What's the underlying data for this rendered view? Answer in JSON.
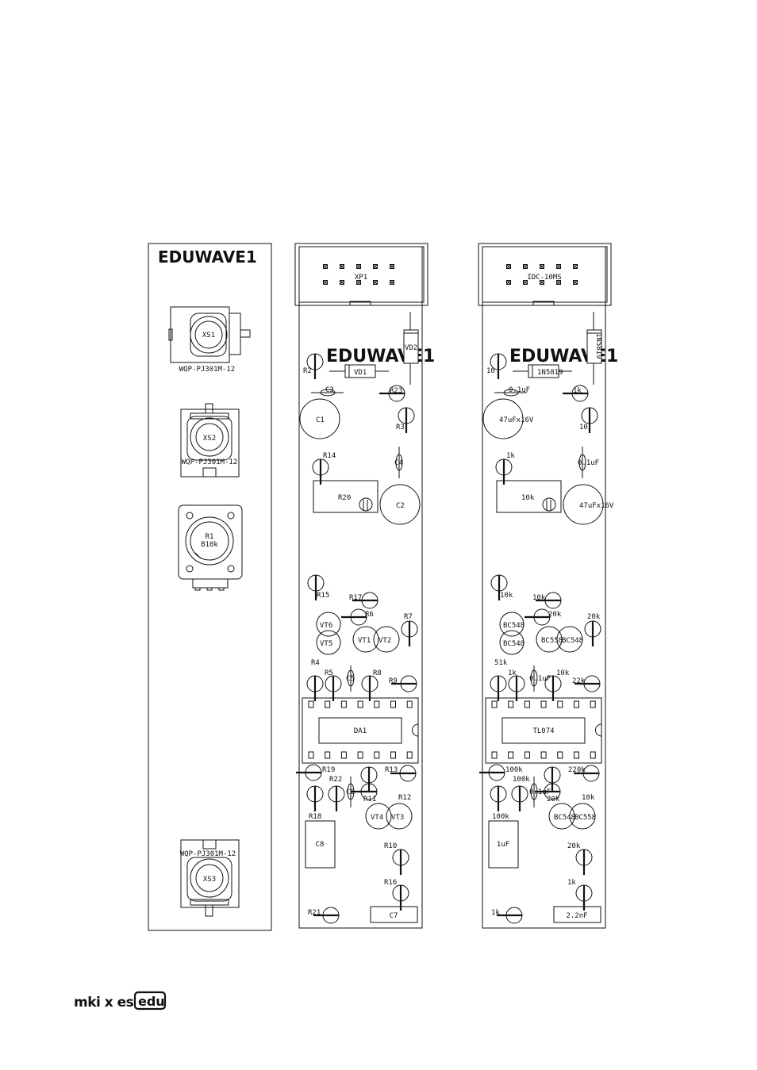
{
  "panel": {
    "title": "EDUWAVE1",
    "jacks": [
      "XS1",
      "XS2",
      "XS3"
    ],
    "jack_part": "WQP-PJ301M-12",
    "pot_ref": "R1",
    "pot_value": "B10k"
  },
  "board_refs": {
    "title": "EDUWAVE1",
    "connector": "XP1",
    "diode_in": "VD1",
    "diode_vert": "VD2",
    "ic": "DA1",
    "trimmer": "R20",
    "labels": {
      "R2": "R2",
      "R3": "R3",
      "R14": "R14",
      "R23": "R23",
      "R15": "R15",
      "R17": "R17",
      "R6": "R6",
      "R7": "R7",
      "R4": "R4",
      "R5": "R5",
      "R8": "R8",
      "R9": "R9",
      "R19": "R19",
      "R22": "R22",
      "R11": "R11",
      "R13": "R13",
      "R12": "R12",
      "R18": "R18",
      "R10": "R10",
      "R16": "R16",
      "R21": "R21",
      "C1": "C1",
      "C2": "C2",
      "C3": "C3",
      "C4": "C4",
      "C5": "C5",
      "C6": "C6",
      "C7": "C7",
      "C8": "C8",
      "VT1": "VT1",
      "VT2": "VT2",
      "VT3": "VT3",
      "VT4": "VT4",
      "VT5": "VT5",
      "VT6": "VT6"
    }
  },
  "board_values": {
    "title": "EDUWAVE1",
    "connector": "IDC-10MS",
    "diode_in": "1N5819",
    "diode_vert": "1N5819",
    "ic": "TL074",
    "trimmer": "10k",
    "labels": {
      "R2": "10",
      "R3": "10",
      "R14": "1k",
      "R23": "1k",
      "R15": "10k",
      "R17": "10k",
      "R6": "20k",
      "R7": "20k",
      "R4": "51k",
      "R5": "1k",
      "R8": "10k",
      "R9": "22k",
      "R19": "100k",
      "R22": "100k",
      "R11": "20k",
      "R13": "220k",
      "R12": "10k",
      "R18": "100k",
      "R10": "20k",
      "R16": "1k",
      "R21": "1k",
      "C1": "47uFx16V",
      "C2": "47uFx16V",
      "C3": "0.1uF",
      "C4": "0.1uF",
      "C5": "0.1uF",
      "C6": "0.1uF",
      "C7": "2.2nF",
      "C8": "1uF",
      "VT1": "BC558",
      "VT2": "BC548",
      "VT3": "BC558",
      "VT4": "BC548",
      "VT5": "BC548",
      "VT6": "BC548"
    }
  },
  "footer": {
    "brand": "mki x es",
    "brand_box": "edu"
  }
}
